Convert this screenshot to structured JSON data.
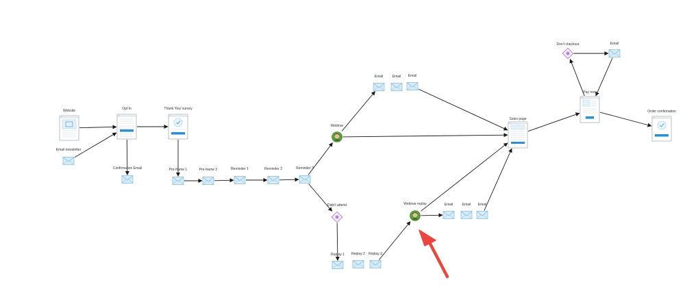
{
  "colors": {
    "edge": "#1a1a1a",
    "email_fill": "#d6ecfa",
    "email_stroke": "#7fb8dd",
    "page_stroke": "#a8b2bc",
    "page_accent": "#2a8fd6",
    "webinar_fill": "#5a9e3a",
    "decision_stroke": "#b07fd8",
    "decision_fill": "#f6eefc",
    "arrow": "#e8463f"
  },
  "nodes": {
    "website": {
      "label": "Website",
      "icon": "landing-page-icon"
    },
    "email_newsletter": {
      "label": "Email newsletter",
      "icon": "email-icon"
    },
    "opt_in": {
      "label": "Opt In",
      "icon": "optin-page-icon"
    },
    "confirmation_email": {
      "label": "Confirmation Email",
      "icon": "email-icon"
    },
    "thank_you_survey": {
      "label": "Thank You/ survey",
      "icon": "survey-page-icon"
    },
    "pre_frame_1": {
      "label": "Pre-frame 1",
      "icon": "email-icon"
    },
    "pre_frame_2": {
      "label": "Pre-frame 2",
      "icon": "email-icon"
    },
    "reminder_1": {
      "label": "Reminder 1",
      "icon": "email-icon"
    },
    "reminder_2": {
      "label": "Reminder 2",
      "icon": "email-icon"
    },
    "reminder_3": {
      "label": "Reminder 3",
      "icon": "email-icon"
    },
    "webinar": {
      "label": "Webinar",
      "icon": "webinar-icon"
    },
    "webinar_email_1": {
      "label": "Email",
      "icon": "email-icon"
    },
    "webinar_email_2": {
      "label": "Email",
      "icon": "email-icon"
    },
    "webinar_email_3": {
      "label": "Email",
      "icon": "email-icon"
    },
    "didnt_attend": {
      "label": "Didn't attend",
      "icon": "decision-icon"
    },
    "replay_1": {
      "label": "Replay 1",
      "icon": "email-icon"
    },
    "replay_2": {
      "label": "Replay 2",
      "icon": "email-icon"
    },
    "replay_3": {
      "label": "Replay 3",
      "icon": "email-icon"
    },
    "webinar_replay": {
      "label": "Webinar replay",
      "icon": "webinar-icon"
    },
    "replay_email_1": {
      "label": "Email",
      "icon": "email-icon"
    },
    "replay_email_2": {
      "label": "Email",
      "icon": "email-icon"
    },
    "replay_email_3": {
      "label": "Email",
      "icon": "email-icon"
    },
    "sales_page": {
      "label": "Sales page",
      "icon": "sales-page-icon"
    },
    "pay_now": {
      "label": "Pay now",
      "icon": "order-page-icon"
    },
    "dont_checkout": {
      "label": "Don't checkout",
      "icon": "decision-icon"
    },
    "checkout_email": {
      "label": "Email",
      "icon": "email-icon"
    },
    "order_confirmation": {
      "label": "Order confirmation",
      "icon": "confirmation-page-icon"
    }
  },
  "edges": [
    [
      "website",
      "opt_in"
    ],
    [
      "email_newsletter",
      "opt_in"
    ],
    [
      "opt_in",
      "thank_you_survey"
    ],
    [
      "opt_in",
      "confirmation_email"
    ],
    [
      "thank_you_survey",
      "pre_frame_1"
    ],
    [
      "pre_frame_1",
      "pre_frame_2"
    ],
    [
      "pre_frame_2",
      "reminder_1"
    ],
    [
      "reminder_1",
      "reminder_2"
    ],
    [
      "reminder_2",
      "reminder_3"
    ],
    [
      "reminder_3",
      "webinar"
    ],
    [
      "reminder_3",
      "didnt_attend"
    ],
    [
      "webinar",
      "webinar_email_1"
    ],
    [
      "webinar",
      "sales_page"
    ],
    [
      "webinar_email_3",
      "sales_page"
    ],
    [
      "didnt_attend",
      "replay_1"
    ],
    [
      "replay_3",
      "webinar_replay"
    ],
    [
      "webinar_replay",
      "sales_page"
    ],
    [
      "webinar_replay",
      "replay_email_1"
    ],
    [
      "replay_email_3",
      "sales_page"
    ],
    [
      "sales_page",
      "pay_now"
    ],
    [
      "pay_now",
      "dont_checkout"
    ],
    [
      "dont_checkout",
      "checkout_email"
    ],
    [
      "checkout_email",
      "pay_now"
    ],
    [
      "pay_now",
      "order_confirmation"
    ]
  ],
  "callout": {
    "icon": "red-arrow-icon",
    "points_to": "webinar_replay"
  }
}
